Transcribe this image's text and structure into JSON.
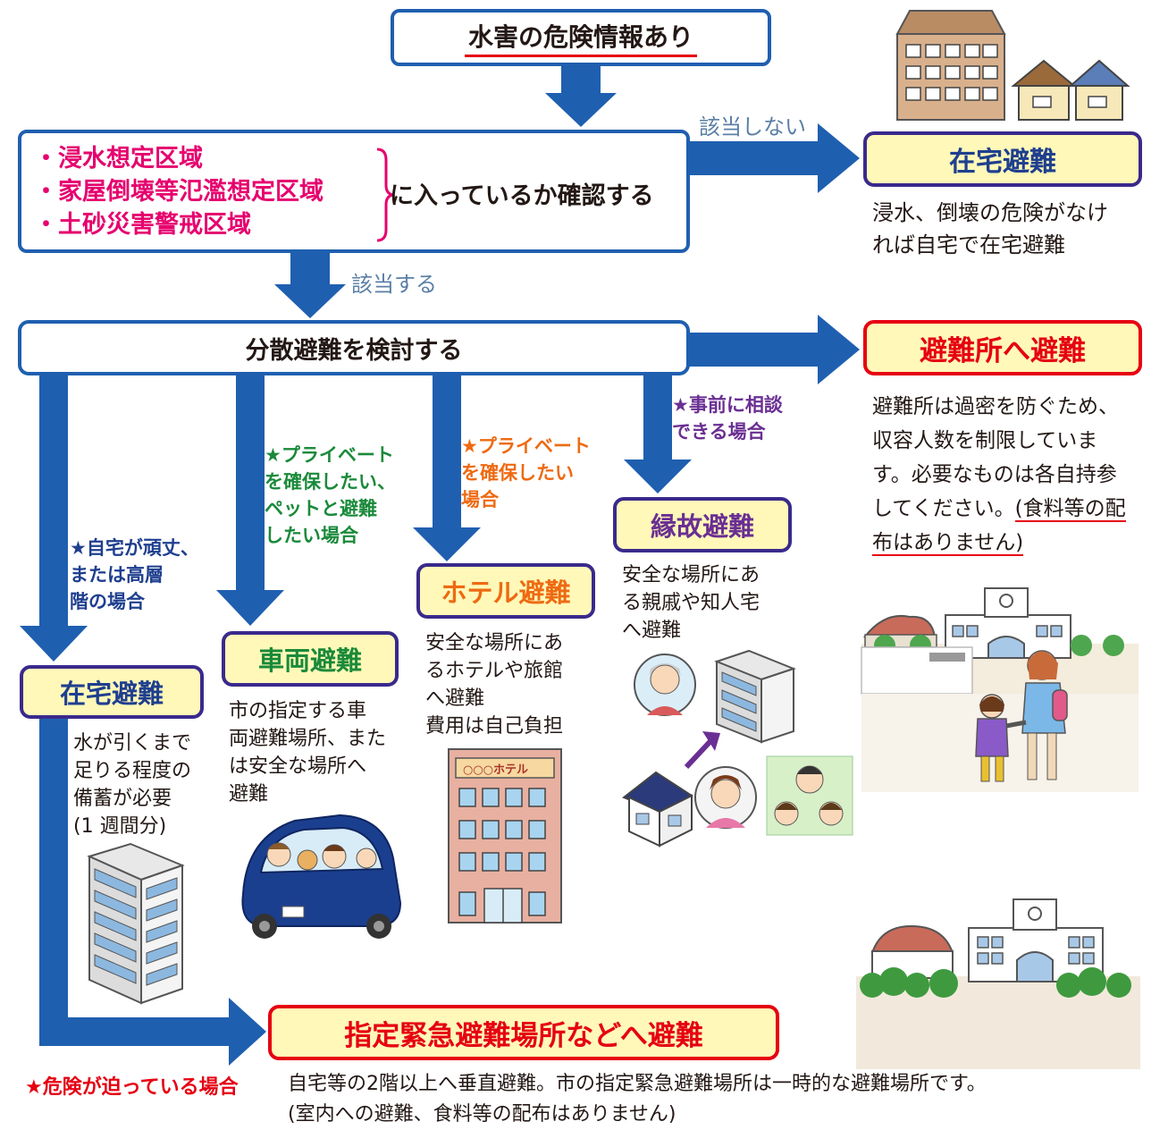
{
  "colors": {
    "arrow": "#1f5fb0",
    "pink": "#e6006e",
    "red": "#e60012",
    "green": "#1a8a3a",
    "orange": "#ee6a12",
    "purple": "#6a2f93",
    "navy": "#1f3f8f",
    "label_gray": "#5b7fa6",
    "yellow_fill": "#fff8b8"
  },
  "top": {
    "title": "水害の危険情報あり"
  },
  "check": {
    "zones": [
      "・浸水想定区域",
      "・家屋倒壊等氾濫想定区域",
      "・土砂災害警戒区域"
    ],
    "suffix": "に入っているか確認する",
    "no_label": "該当しない",
    "yes_label": "該当する"
  },
  "home_top": {
    "title": "在宅避難",
    "desc": "浸水、倒壊の危険がなけ\nれば自宅で在宅避難"
  },
  "dispersed": {
    "title": "分散避難を検討する"
  },
  "shelter": {
    "title": "避難所へ避難",
    "desc_main": "避難所は過密を防ぐため、\n収容人数を制限していま\nす。必要なものは各自持参\nしてください。",
    "desc_note_1": "(食料等の配",
    "desc_note_2": "布はありません)"
  },
  "branches": {
    "home": {
      "condition": "★自宅が頑丈、\nまたは高層\n階の場合",
      "title": "在宅避難",
      "desc": "水が引くまで\n足りる程度の\n備蓄が必要\n(1 週間分)"
    },
    "car": {
      "condition": "★プライベート\n  を確保したい、\n  ペットと避難\n  したい場合",
      "title": "車両避難",
      "desc": "市の指定する車\n両避難場所、また\nは安全な場所へ\n避難"
    },
    "hotel": {
      "condition": "★プライベート\n  を確保したい\n  場合",
      "title": "ホテル避難",
      "desc": "安全な場所にあ\nるホテルや旅館\nへ避難\n費用は自己負担",
      "sign": "○○○ホテル"
    },
    "relatives": {
      "condition": "★事前に相談\n  できる場合",
      "title": "縁故避難",
      "desc": "安全な場所にあ\nる親戚や知人宅\nへ避難"
    }
  },
  "emergency": {
    "title": "指定緊急避難場所などへ避難",
    "condition": "★危険が迫っている場合",
    "desc_1": "自宅等の2階以上へ垂直避難。市の指定緊急避難場所は一時的な避難場所です。",
    "desc_2": "(室内への避難、食料等の配布はありません)"
  },
  "icons": [
    "apartment-building-icon",
    "house-icon",
    "school-building-icon",
    "family-car-icon",
    "hotel-building-icon",
    "phone-call-icon",
    "people-faces-icon",
    "walking-people-icon"
  ]
}
